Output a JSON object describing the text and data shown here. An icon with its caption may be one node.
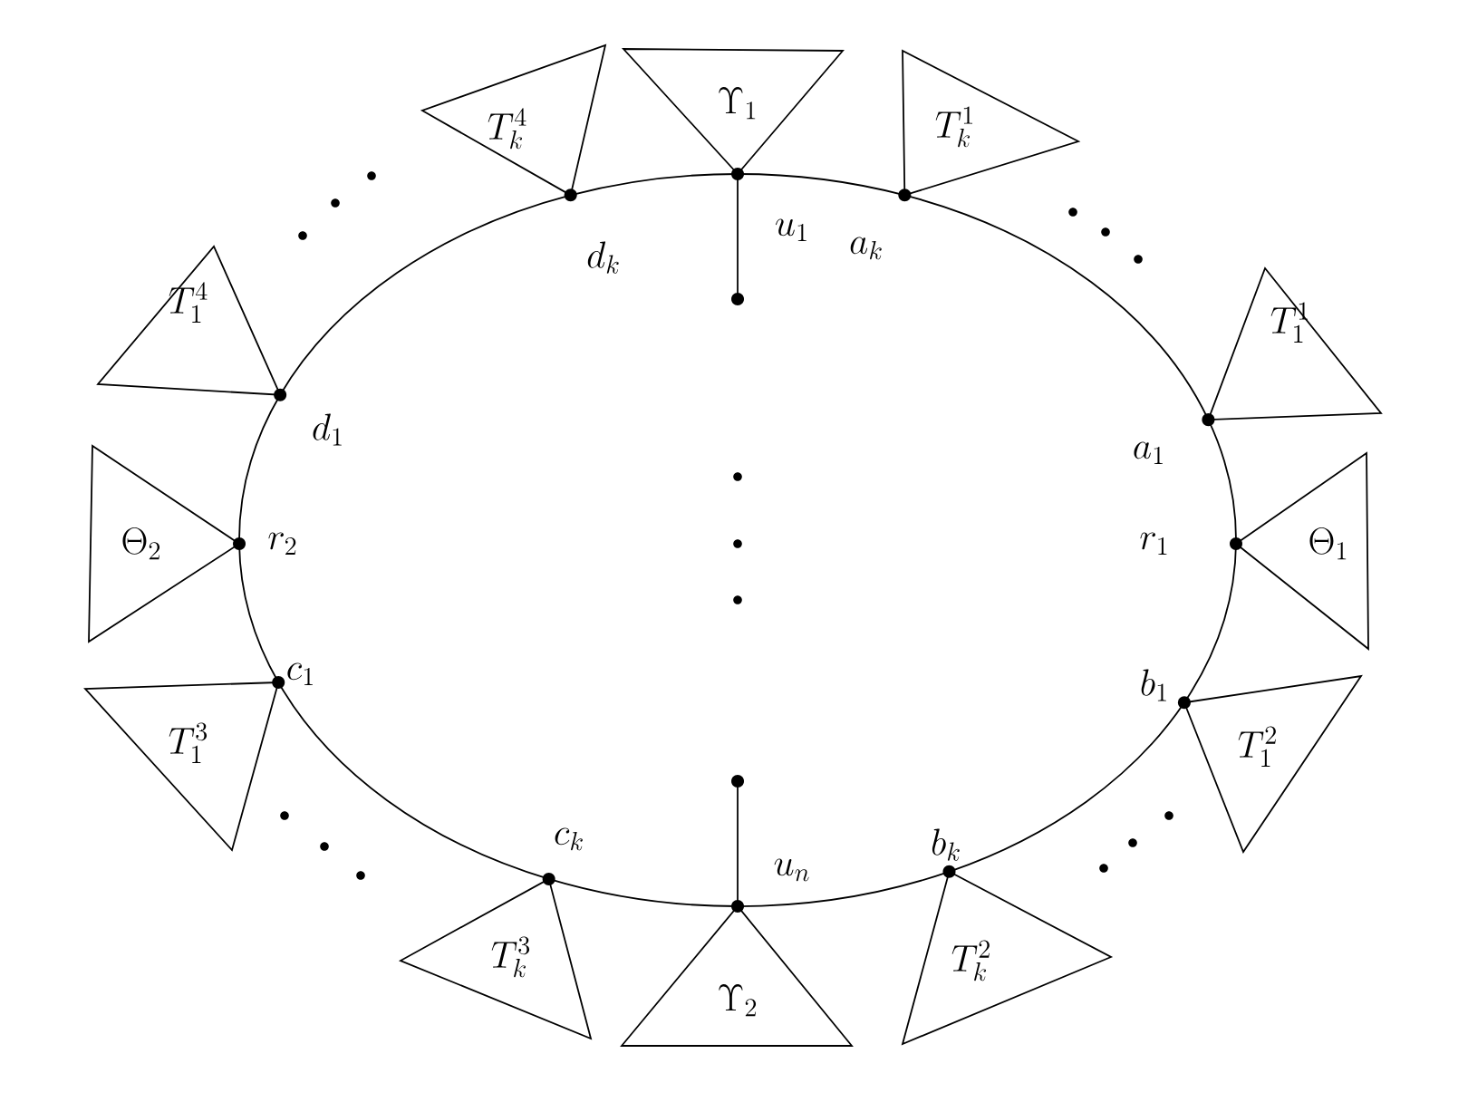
{
  "diagram": {
    "nodes": [
      {
        "text": [],
        "shape": "circle",
        "beside": [
          "u_1"
        ]
      },
      {
        "text": [],
        "shape": "circle",
        "beside": [
          "a_k"
        ]
      },
      {
        "text": [],
        "shape": "circle",
        "beside": [
          "a_1"
        ]
      },
      {
        "text": [],
        "shape": "circle",
        "beside": [
          "r_1"
        ]
      },
      {
        "text": [],
        "shape": "circle",
        "beside": [
          "b_1"
        ]
      },
      {
        "text": [],
        "shape": "circle",
        "beside": [
          "b_k"
        ]
      },
      {
        "text": [],
        "shape": "circle",
        "beside": [
          "u_n"
        ]
      },
      {
        "text": [],
        "shape": "circle",
        "beside": [
          "c_k"
        ]
      },
      {
        "text": [],
        "shape": "circle",
        "beside": [
          "c_1"
        ]
      },
      {
        "text": [],
        "shape": "circle",
        "beside": [
          "r_2"
        ]
      },
      {
        "text": [],
        "shape": "circle",
        "beside": [
          "d_1"
        ]
      },
      {
        "text": [],
        "shape": "circle",
        "beside": [
          "d_k"
        ]
      },
      {
        "text": [],
        "shape": "circle"
      },
      {
        "text": [],
        "shape": "circle"
      },
      {
        "text": [
          "\\Upsilon_1"
        ]
      },
      {
        "text": [
          "T_k^4"
        ]
      },
      {
        "text": [
          "T_k^1"
        ]
      },
      {
        "text": [
          "T_1^1"
        ]
      },
      {
        "text": [
          "\\Theta_1"
        ]
      },
      {
        "text": [
          "T_1^2"
        ]
      },
      {
        "text": [
          "T_k^2"
        ]
      },
      {
        "text": [
          "\\Upsilon_2"
        ]
      },
      {
        "text": [
          "T_k^3"
        ]
      },
      {
        "text": [
          "T_1^3"
        ]
      },
      {
        "text": [
          "\\Theta_2"
        ]
      },
      {
        "text": [
          "T_1^4"
        ]
      }
    ],
    "edges": [
      {
        "from": 0,
        "to": 1,
        "arrow": "none"
      },
      {
        "from": 1,
        "to": 2,
        "arrow": "none"
      },
      {
        "from": 2,
        "to": 3,
        "arrow": "none"
      },
      {
        "from": 3,
        "to": 4,
        "arrow": "none"
      },
      {
        "from": 4,
        "to": 5,
        "arrow": "none"
      },
      {
        "from": 5,
        "to": 6,
        "arrow": "none"
      },
      {
        "from": 6,
        "to": 7,
        "arrow": "none"
      },
      {
        "from": 7,
        "to": 8,
        "arrow": "none"
      },
      {
        "from": 8,
        "to": 9,
        "arrow": "none"
      },
      {
        "from": 9,
        "to": 10,
        "arrow": "none"
      },
      {
        "from": 10,
        "to": 11,
        "arrow": "none"
      },
      {
        "from": 11,
        "to": 0,
        "arrow": "none"
      },
      {
        "from": 0,
        "to": 12,
        "arrow": "none"
      },
      {
        "from": 6,
        "to": 13,
        "arrow": "none"
      }
    ]
  }
}
